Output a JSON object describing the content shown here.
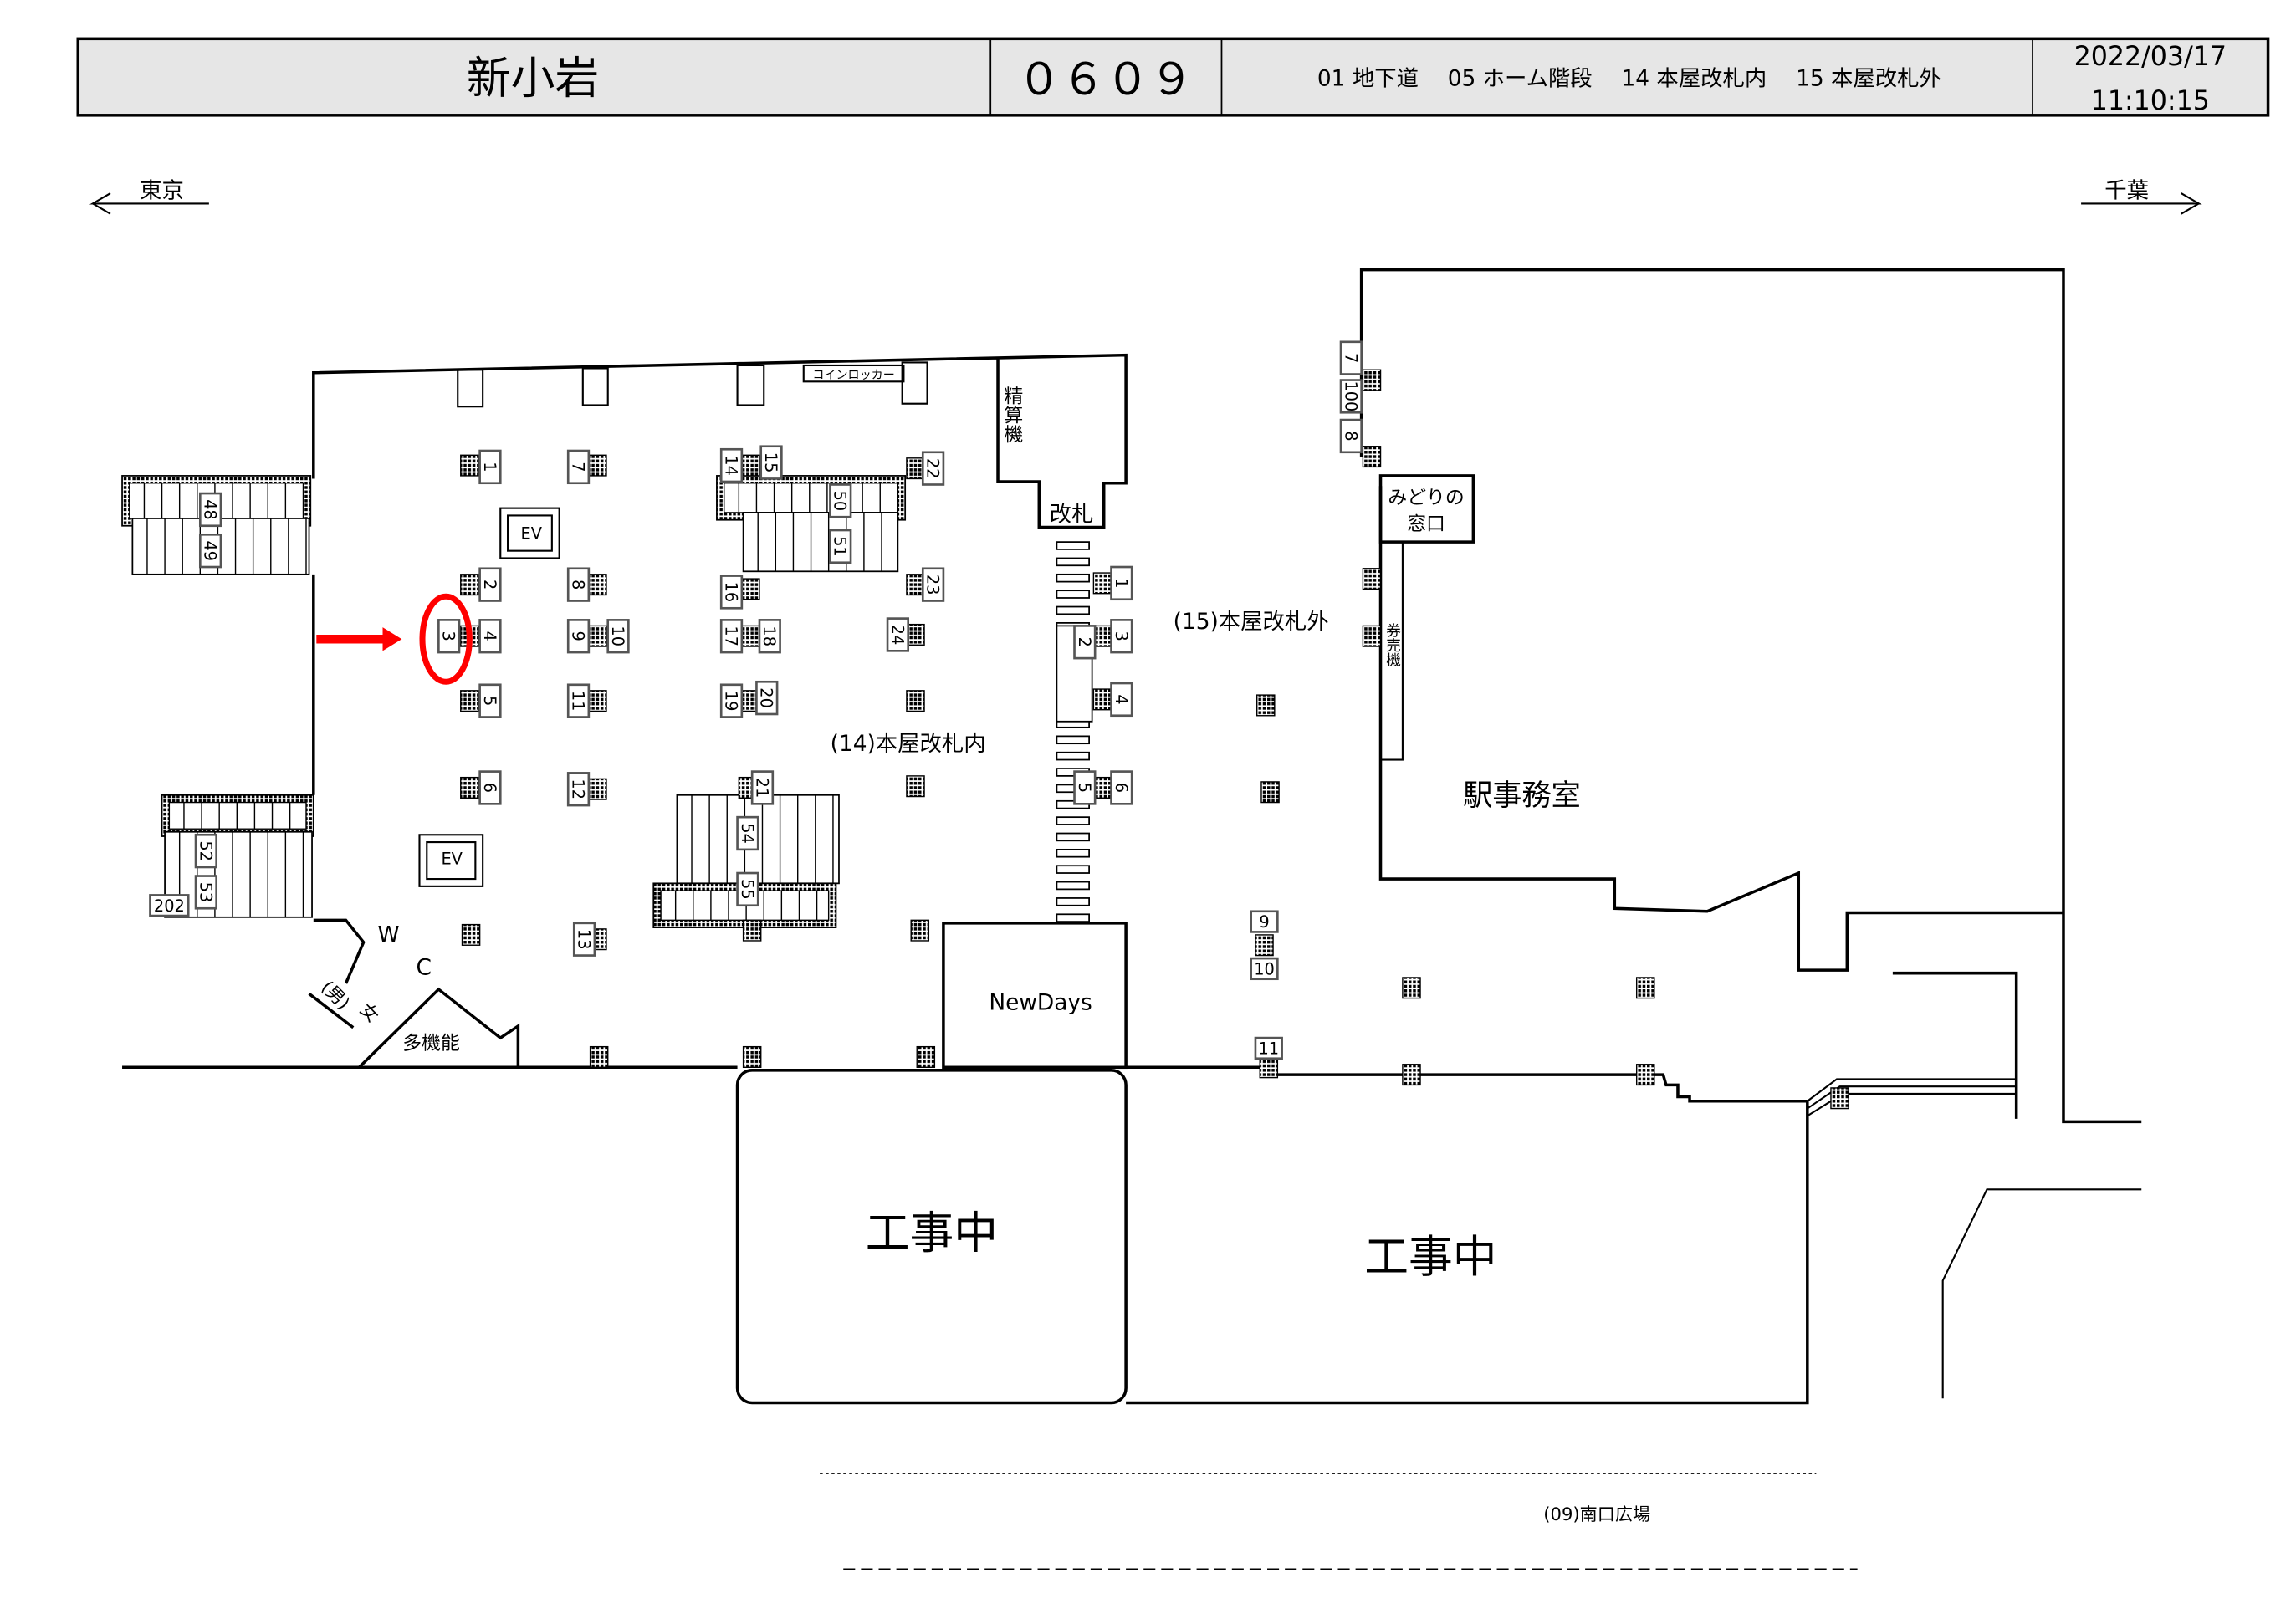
{
  "header": {
    "station_name": "新小岩",
    "station_code": "０６０９",
    "area_legend": "01 地下道　 05 ホーム階段　 14 本屋改札内　 15 本屋改札外",
    "date": "2022/03/17",
    "time": "11:10:15"
  },
  "directions": {
    "left": "東京",
    "right": "千葉"
  },
  "labels": {
    "coin_locker": "コインロッカー",
    "fare_adjust": "精算機",
    "gate": "改札",
    "ev1": "EV",
    "ev2": "EV",
    "inside_area": "(14)本屋改札内",
    "outside_area": "(15)本屋改札外",
    "midori_1": "みどりの",
    "midori_2": "窓口",
    "ticket_machine": "券売機",
    "station_office": "駅事務室",
    "newdays": "NewDays",
    "multipurpose": "多機能",
    "wc_w": "W",
    "wc_c": "C",
    "men": "(男)",
    "women": "女",
    "construction_1": "工事中",
    "construction_2": "工事中",
    "south_plaza": "(09)南口広場"
  },
  "signs": [
    "1",
    "7",
    "2",
    "8",
    "3",
    "4",
    "9",
    "10",
    "5",
    "11",
    "6",
    "12",
    "13",
    "14",
    "15",
    "22",
    "50",
    "51",
    "16",
    "23",
    "17",
    "18",
    "24",
    "19",
    "20",
    "21",
    "54",
    "55",
    "48",
    "49",
    "52",
    "53",
    "202",
    "1",
    "2",
    "3",
    "4",
    "5",
    "6",
    "7",
    "100",
    "8",
    "9",
    "10",
    "11"
  ],
  "highlight": {
    "sign": "3",
    "color": "#ff0000"
  },
  "colors": {
    "header_bg": "#e6e6e6",
    "marker": "#ff0000"
  }
}
